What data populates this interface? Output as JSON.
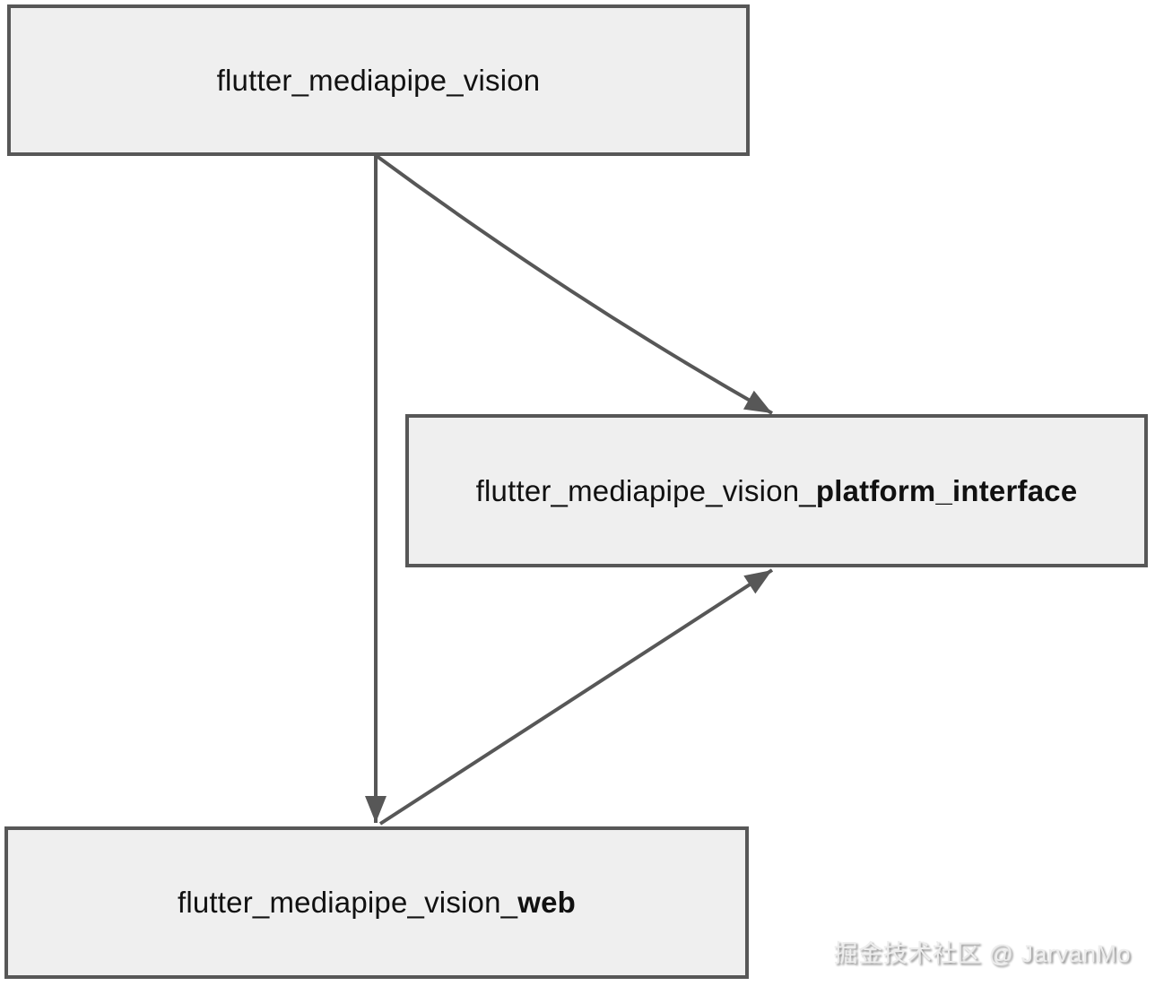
{
  "diagram": {
    "nodes": [
      {
        "id": "flutter_mediapipe_vision",
        "label_regular": "flutter_mediapipe_vision",
        "label_bold": ""
      },
      {
        "id": "flutter_mediapipe_vision_platform_interface",
        "label_regular": "flutter_mediapipe_vision_",
        "label_bold": "platform_interface"
      },
      {
        "id": "flutter_mediapipe_vision_web",
        "label_regular": "flutter_mediapipe_vision_",
        "label_bold": "web"
      }
    ],
    "edges": [
      {
        "from": "flutter_mediapipe_vision",
        "to": "flutter_mediapipe_vision_web"
      },
      {
        "from": "flutter_mediapipe_vision",
        "to": "flutter_mediapipe_vision_platform_interface"
      },
      {
        "from": "flutter_mediapipe_vision_web",
        "to": "flutter_mediapipe_vision_platform_interface"
      }
    ],
    "colors": {
      "node_fill": "#efefef",
      "node_border": "#575757",
      "edge": "#575757",
      "text": "#111111",
      "watermark": "#ededed"
    }
  },
  "watermark": {
    "text": "掘金技术社区 @ JarvanMo"
  }
}
